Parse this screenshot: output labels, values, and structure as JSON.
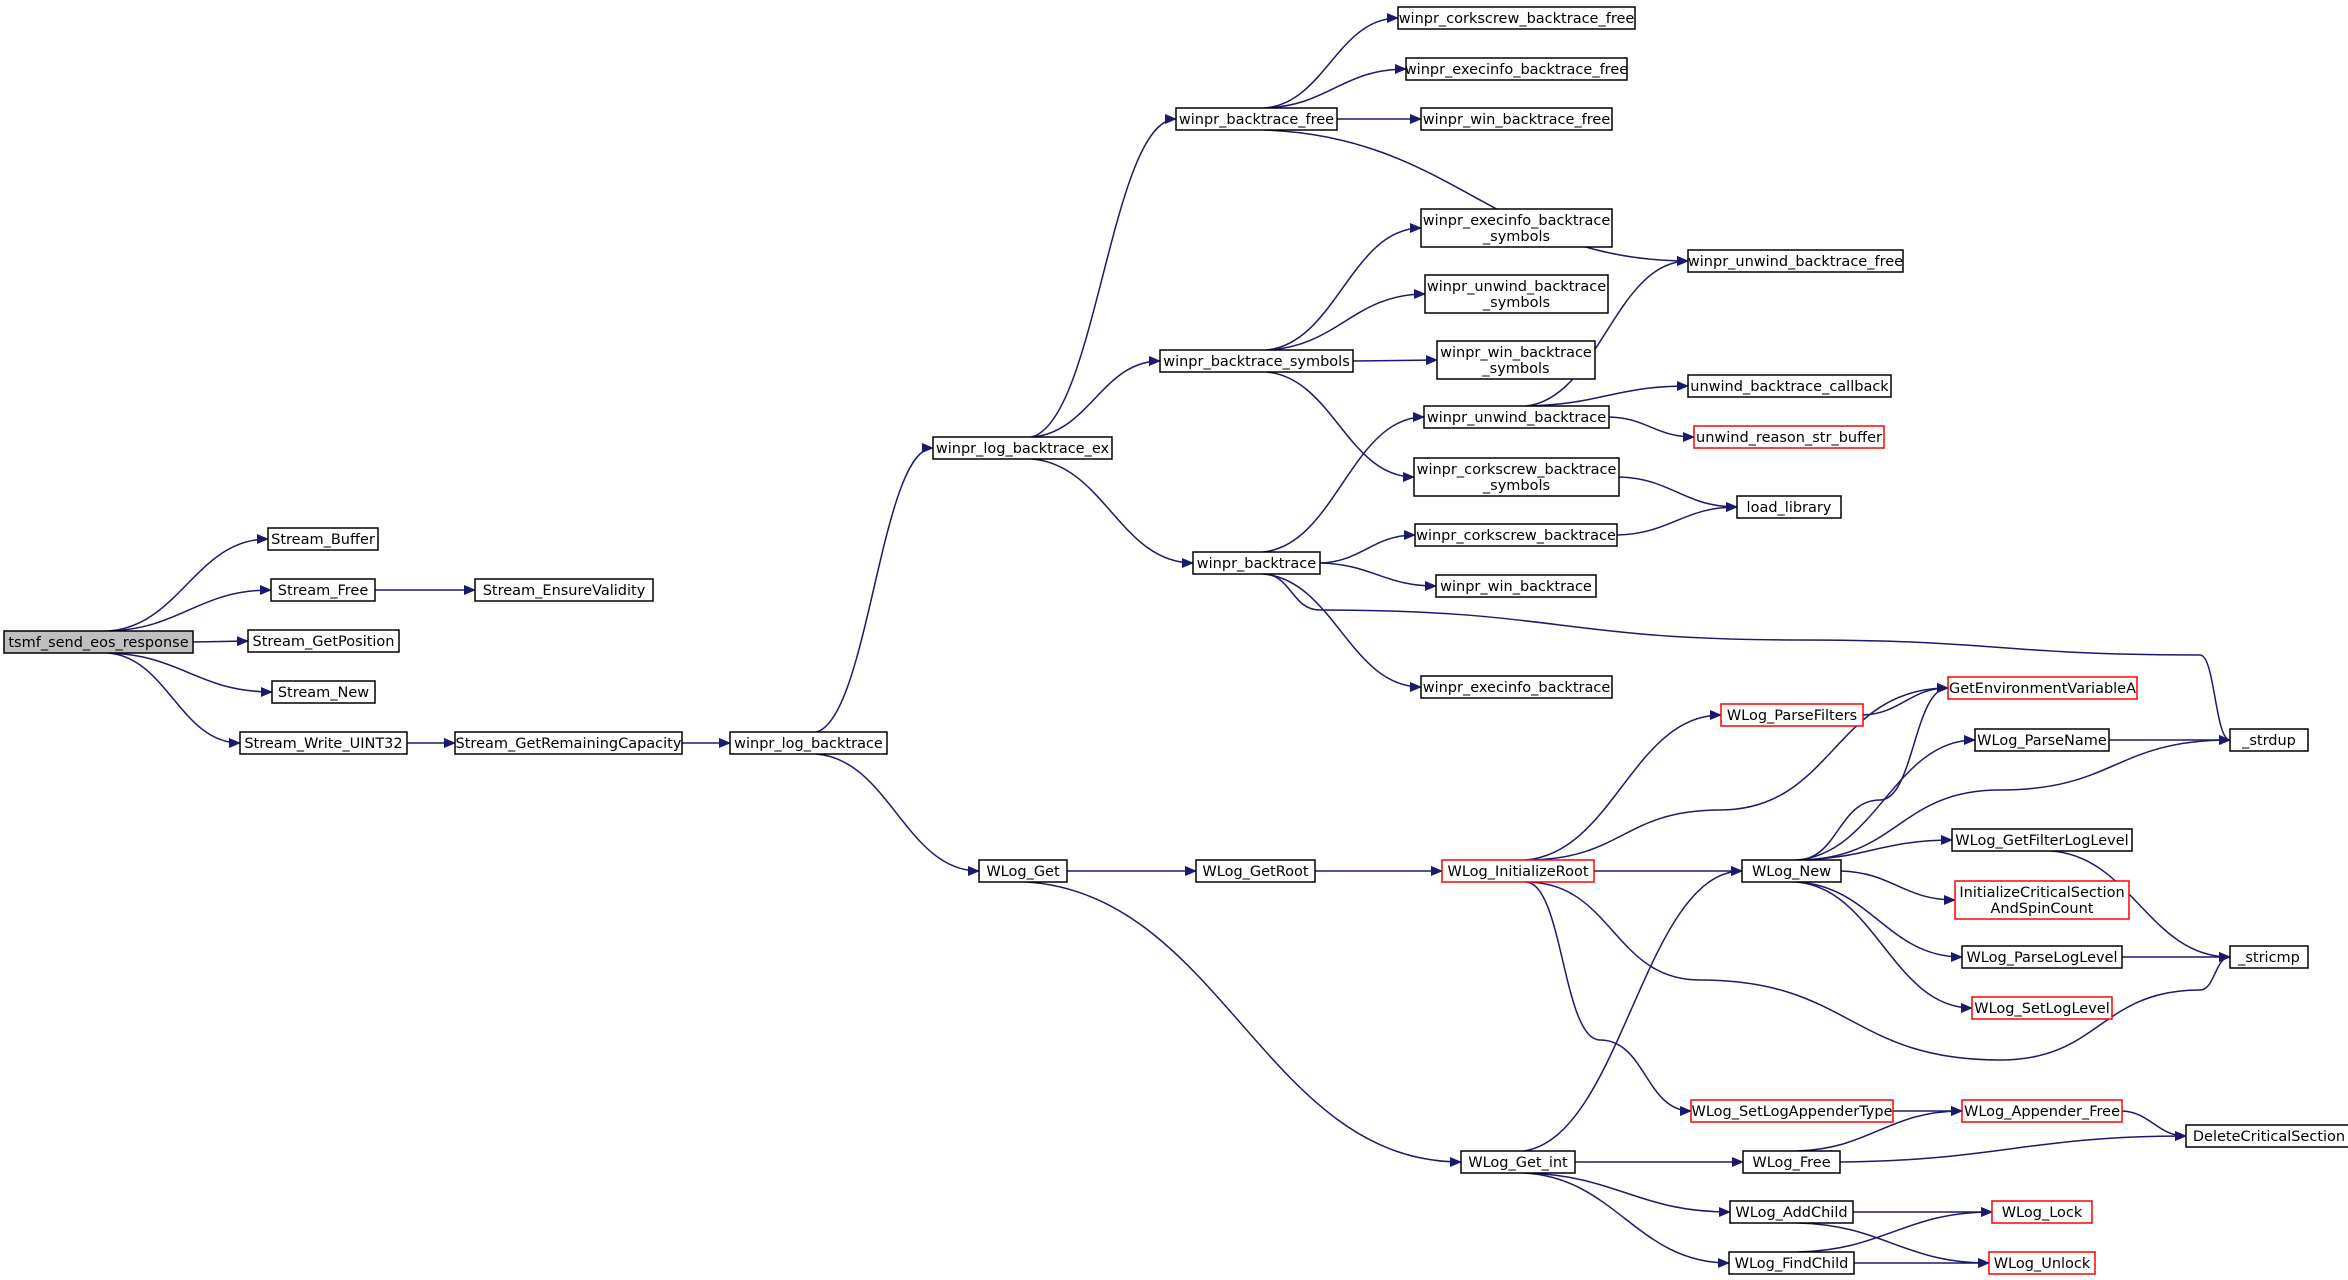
{
  "diagram": {
    "colors": {
      "edge": "#191970",
      "node_border_default": "#000000",
      "node_border_truncated": "#ff0000",
      "root_fill": "#bfbfbf",
      "node_fill": "#ffffff"
    },
    "nodes": [
      {
        "id": "tsmf_send_eos_response",
        "lines": [
          "tsmf_send_eos_response"
        ],
        "style": "root"
      },
      {
        "id": "Stream_Buffer",
        "lines": [
          "Stream_Buffer"
        ],
        "style": "default"
      },
      {
        "id": "Stream_Free",
        "lines": [
          "Stream_Free"
        ],
        "style": "default"
      },
      {
        "id": "Stream_EnsureValidity",
        "lines": [
          "Stream_EnsureValidity"
        ],
        "style": "default"
      },
      {
        "id": "Stream_GetPosition",
        "lines": [
          "Stream_GetPosition"
        ],
        "style": "default"
      },
      {
        "id": "Stream_New",
        "lines": [
          "Stream_New"
        ],
        "style": "default"
      },
      {
        "id": "Stream_Write_UINT32",
        "lines": [
          "Stream_Write_UINT32"
        ],
        "style": "default"
      },
      {
        "id": "Stream_GetRemainingCapacity",
        "lines": [
          "Stream_GetRemainingCapacity"
        ],
        "style": "default"
      },
      {
        "id": "winpr_log_backtrace",
        "lines": [
          "winpr_log_backtrace"
        ],
        "style": "default"
      },
      {
        "id": "winpr_log_backtrace_ex",
        "lines": [
          "winpr_log_backtrace_ex"
        ],
        "style": "default"
      },
      {
        "id": "WLog_Get",
        "lines": [
          "WLog_Get"
        ],
        "style": "default"
      },
      {
        "id": "winpr_backtrace_free",
        "lines": [
          "winpr_backtrace_free"
        ],
        "style": "default"
      },
      {
        "id": "winpr_backtrace_symbols",
        "lines": [
          "winpr_backtrace_symbols"
        ],
        "style": "default"
      },
      {
        "id": "winpr_backtrace",
        "lines": [
          "winpr_backtrace"
        ],
        "style": "default"
      },
      {
        "id": "winpr_corkscrew_backtrace_free",
        "lines": [
          "winpr_corkscrew_backtrace_free"
        ],
        "style": "default"
      },
      {
        "id": "winpr_execinfo_backtrace_free",
        "lines": [
          "winpr_execinfo_backtrace_free"
        ],
        "style": "default"
      },
      {
        "id": "winpr_win_backtrace_free",
        "lines": [
          "winpr_win_backtrace_free"
        ],
        "style": "default"
      },
      {
        "id": "winpr_unwind_backtrace_free",
        "lines": [
          "winpr_unwind_backtrace_free"
        ],
        "style": "default"
      },
      {
        "id": "winpr_execinfo_backtrace_symbols",
        "lines": [
          "winpr_execinfo_backtrace",
          "_symbols"
        ],
        "style": "default"
      },
      {
        "id": "winpr_unwind_backtrace_symbols",
        "lines": [
          "winpr_unwind_backtrace",
          "_symbols"
        ],
        "style": "default"
      },
      {
        "id": "winpr_win_backtrace_symbols",
        "lines": [
          "winpr_win_backtrace",
          "_symbols"
        ],
        "style": "default"
      },
      {
        "id": "winpr_unwind_backtrace",
        "lines": [
          "winpr_unwind_backtrace"
        ],
        "style": "default"
      },
      {
        "id": "winpr_corkscrew_backtrace_symbols",
        "lines": [
          "winpr_corkscrew_backtrace",
          "_symbols"
        ],
        "style": "default"
      },
      {
        "id": "winpr_corkscrew_backtrace",
        "lines": [
          "winpr_corkscrew_backtrace"
        ],
        "style": "default"
      },
      {
        "id": "winpr_win_backtrace",
        "lines": [
          "winpr_win_backtrace"
        ],
        "style": "default"
      },
      {
        "id": "winpr_execinfo_backtrace",
        "lines": [
          "winpr_execinfo_backtrace"
        ],
        "style": "default"
      },
      {
        "id": "unwind_backtrace_callback",
        "lines": [
          "unwind_backtrace_callback"
        ],
        "style": "default"
      },
      {
        "id": "unwind_reason_str_buffer",
        "lines": [
          "unwind_reason_str_buffer"
        ],
        "style": "truncated"
      },
      {
        "id": "load_library",
        "lines": [
          "load_library"
        ],
        "style": "default"
      },
      {
        "id": "_strdup",
        "lines": [
          "_strdup"
        ],
        "style": "default"
      },
      {
        "id": "WLog_GetRoot",
        "lines": [
          "WLog_GetRoot"
        ],
        "style": "default"
      },
      {
        "id": "WLog_InitializeRoot",
        "lines": [
          "WLog_InitializeRoot"
        ],
        "style": "truncated"
      },
      {
        "id": "WLog_Get_int",
        "lines": [
          "WLog_Get_int"
        ],
        "style": "default"
      },
      {
        "id": "WLog_ParseFilters",
        "lines": [
          "WLog_ParseFilters"
        ],
        "style": "truncated"
      },
      {
        "id": "GetEnvironmentVariableA",
        "lines": [
          "GetEnvironmentVariableA"
        ],
        "style": "truncated"
      },
      {
        "id": "WLog_ParseName",
        "lines": [
          "WLog_ParseName"
        ],
        "style": "default"
      },
      {
        "id": "WLog_New",
        "lines": [
          "WLog_New"
        ],
        "style": "default"
      },
      {
        "id": "WLog_GetFilterLogLevel",
        "lines": [
          "WLog_GetFilterLogLevel"
        ],
        "style": "default"
      },
      {
        "id": "InitializeCriticalSectionAndSpinCount",
        "lines": [
          "InitializeCriticalSection",
          "AndSpinCount"
        ],
        "style": "truncated"
      },
      {
        "id": "WLog_ParseLogLevel",
        "lines": [
          "WLog_ParseLogLevel"
        ],
        "style": "default"
      },
      {
        "id": "_stricmp",
        "lines": [
          "_stricmp"
        ],
        "style": "default"
      },
      {
        "id": "WLog_SetLogLevel",
        "lines": [
          "WLog_SetLogLevel"
        ],
        "style": "truncated"
      },
      {
        "id": "WLog_SetLogAppenderType",
        "lines": [
          "WLog_SetLogAppenderType"
        ],
        "style": "truncated"
      },
      {
        "id": "WLog_Appender_Free",
        "lines": [
          "WLog_Appender_Free"
        ],
        "style": "truncated"
      },
      {
        "id": "DeleteCriticalSection",
        "lines": [
          "DeleteCriticalSection"
        ],
        "style": "default"
      },
      {
        "id": "WLog_Free",
        "lines": [
          "WLog_Free"
        ],
        "style": "default"
      },
      {
        "id": "WLog_AddChild",
        "lines": [
          "WLog_AddChild"
        ],
        "style": "default"
      },
      {
        "id": "WLog_Lock",
        "lines": [
          "WLog_Lock"
        ],
        "style": "truncated"
      },
      {
        "id": "WLog_FindChild",
        "lines": [
          "WLog_FindChild"
        ],
        "style": "default"
      },
      {
        "id": "WLog_Unlock",
        "lines": [
          "WLog_Unlock"
        ],
        "style": "truncated"
      }
    ],
    "edges": [
      [
        "tsmf_send_eos_response",
        "Stream_Buffer"
      ],
      [
        "tsmf_send_eos_response",
        "Stream_Free"
      ],
      [
        "tsmf_send_eos_response",
        "Stream_GetPosition"
      ],
      [
        "tsmf_send_eos_response",
        "Stream_New"
      ],
      [
        "tsmf_send_eos_response",
        "Stream_Write_UINT32"
      ],
      [
        "Stream_Free",
        "Stream_EnsureValidity"
      ],
      [
        "Stream_Write_UINT32",
        "Stream_GetRemainingCapacity"
      ],
      [
        "Stream_GetRemainingCapacity",
        "winpr_log_backtrace"
      ],
      [
        "winpr_log_backtrace",
        "winpr_log_backtrace_ex"
      ],
      [
        "winpr_log_backtrace",
        "WLog_Get"
      ],
      [
        "winpr_log_backtrace_ex",
        "winpr_backtrace_free"
      ],
      [
        "winpr_log_backtrace_ex",
        "winpr_backtrace_symbols"
      ],
      [
        "winpr_log_backtrace_ex",
        "winpr_backtrace"
      ],
      [
        "winpr_backtrace_free",
        "winpr_corkscrew_backtrace_free"
      ],
      [
        "winpr_backtrace_free",
        "winpr_execinfo_backtrace_free"
      ],
      [
        "winpr_backtrace_free",
        "winpr_win_backtrace_free"
      ],
      [
        "winpr_backtrace_free",
        "winpr_unwind_backtrace_free"
      ],
      [
        "winpr_backtrace_symbols",
        "winpr_execinfo_backtrace_symbols"
      ],
      [
        "winpr_backtrace_symbols",
        "winpr_unwind_backtrace_symbols"
      ],
      [
        "winpr_backtrace_symbols",
        "winpr_win_backtrace_symbols"
      ],
      [
        "winpr_backtrace_symbols",
        "winpr_corkscrew_backtrace_symbols"
      ],
      [
        "winpr_backtrace",
        "winpr_unwind_backtrace"
      ],
      [
        "winpr_backtrace",
        "winpr_corkscrew_backtrace"
      ],
      [
        "winpr_backtrace",
        "winpr_win_backtrace"
      ],
      [
        "winpr_backtrace",
        "winpr_execinfo_backtrace"
      ],
      [
        "winpr_backtrace",
        "_strdup"
      ],
      [
        "winpr_unwind_backtrace",
        "winpr_unwind_backtrace_free"
      ],
      [
        "winpr_unwind_backtrace",
        "unwind_backtrace_callback"
      ],
      [
        "winpr_unwind_backtrace",
        "unwind_reason_str_buffer"
      ],
      [
        "winpr_corkscrew_backtrace_symbols",
        "load_library"
      ],
      [
        "winpr_corkscrew_backtrace",
        "load_library"
      ],
      [
        "WLog_Get",
        "WLog_GetRoot"
      ],
      [
        "WLog_Get",
        "WLog_Get_int"
      ],
      [
        "WLog_GetRoot",
        "WLog_InitializeRoot"
      ],
      [
        "WLog_InitializeRoot",
        "WLog_ParseFilters"
      ],
      [
        "WLog_InitializeRoot",
        "GetEnvironmentVariableA"
      ],
      [
        "WLog_InitializeRoot",
        "WLog_New"
      ],
      [
        "WLog_InitializeRoot",
        "WLog_SetLogAppenderType"
      ],
      [
        "WLog_InitializeRoot",
        "_stricmp"
      ],
      [
        "WLog_ParseFilters",
        "GetEnvironmentVariableA"
      ],
      [
        "WLog_New",
        "GetEnvironmentVariableA"
      ],
      [
        "WLog_New",
        "WLog_ParseName"
      ],
      [
        "WLog_New",
        "_strdup"
      ],
      [
        "WLog_New",
        "WLog_GetFilterLogLevel"
      ],
      [
        "WLog_New",
        "InitializeCriticalSectionAndSpinCount"
      ],
      [
        "WLog_New",
        "WLog_ParseLogLevel"
      ],
      [
        "WLog_New",
        "WLog_SetLogLevel"
      ],
      [
        "WLog_ParseName",
        "_strdup"
      ],
      [
        "WLog_GetFilterLogLevel",
        "_stricmp"
      ],
      [
        "WLog_ParseLogLevel",
        "_stricmp"
      ],
      [
        "WLog_SetLogAppenderType",
        "WLog_Appender_Free"
      ],
      [
        "WLog_Appender_Free",
        "DeleteCriticalSection"
      ],
      [
        "WLog_Get_int",
        "WLog_New"
      ],
      [
        "WLog_Get_int",
        "WLog_Free"
      ],
      [
        "WLog_Get_int",
        "WLog_AddChild"
      ],
      [
        "WLog_Get_int",
        "WLog_FindChild"
      ],
      [
        "WLog_Free",
        "WLog_Appender_Free"
      ],
      [
        "WLog_Free",
        "DeleteCriticalSection"
      ],
      [
        "WLog_AddChild",
        "WLog_Lock"
      ],
      [
        "WLog_AddChild",
        "WLog_Unlock"
      ],
      [
        "WLog_FindChild",
        "WLog_Lock"
      ],
      [
        "WLog_FindChild",
        "WLog_Unlock"
      ]
    ]
  }
}
